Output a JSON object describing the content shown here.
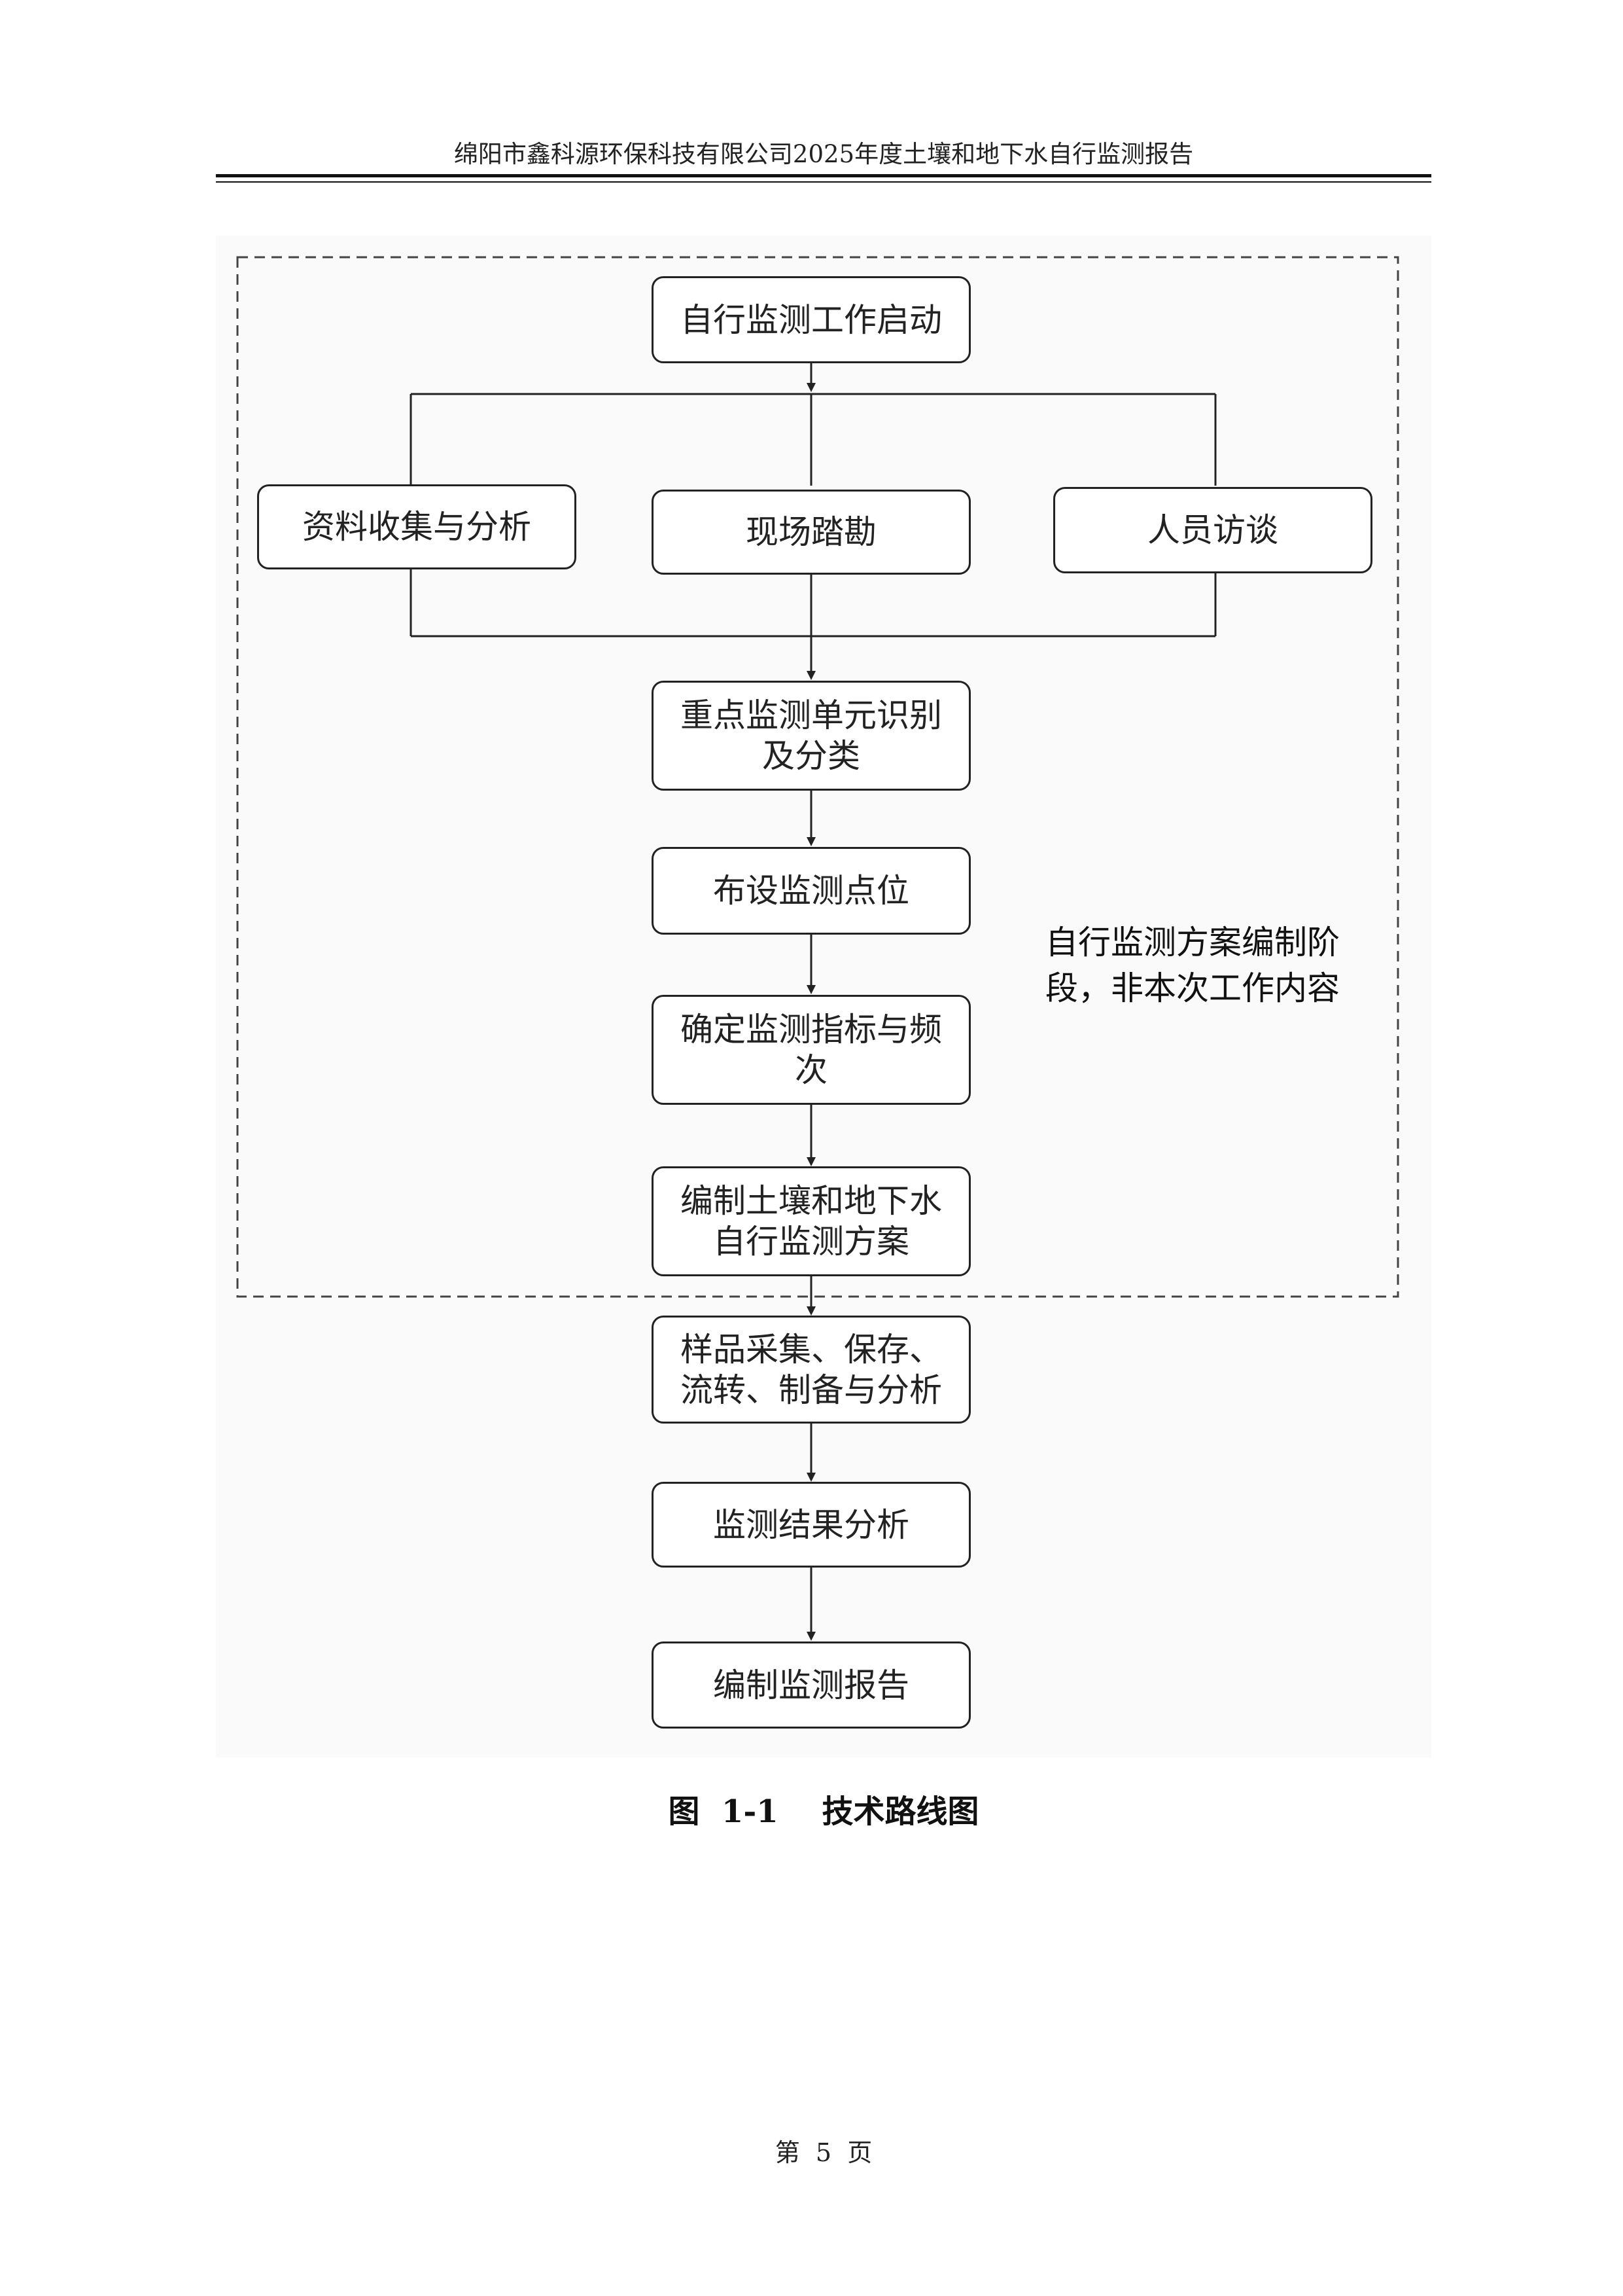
{
  "header": {
    "title": "绵阳市鑫科源环保科技有限公司2025年度土壤和地下水自行监测报告"
  },
  "flowchart": {
    "start": "自行监测工作启动",
    "parallel": [
      "资料收集与分析",
      "现场踏勘",
      "人员访谈"
    ],
    "steps": [
      "重点监测单元识别及分类",
      "布设监测点位",
      "确定监测指标与频次",
      "编制土壤和地下水自行监测方案",
      "样品采集、保存、流转、制备与分析",
      "监测结果分析",
      "编制监测报告"
    ],
    "note": "自行监测方案编制阶段，非本次工作内容"
  },
  "caption": "图  1-1    技术路线图",
  "footer": {
    "page": "第  5  页"
  }
}
